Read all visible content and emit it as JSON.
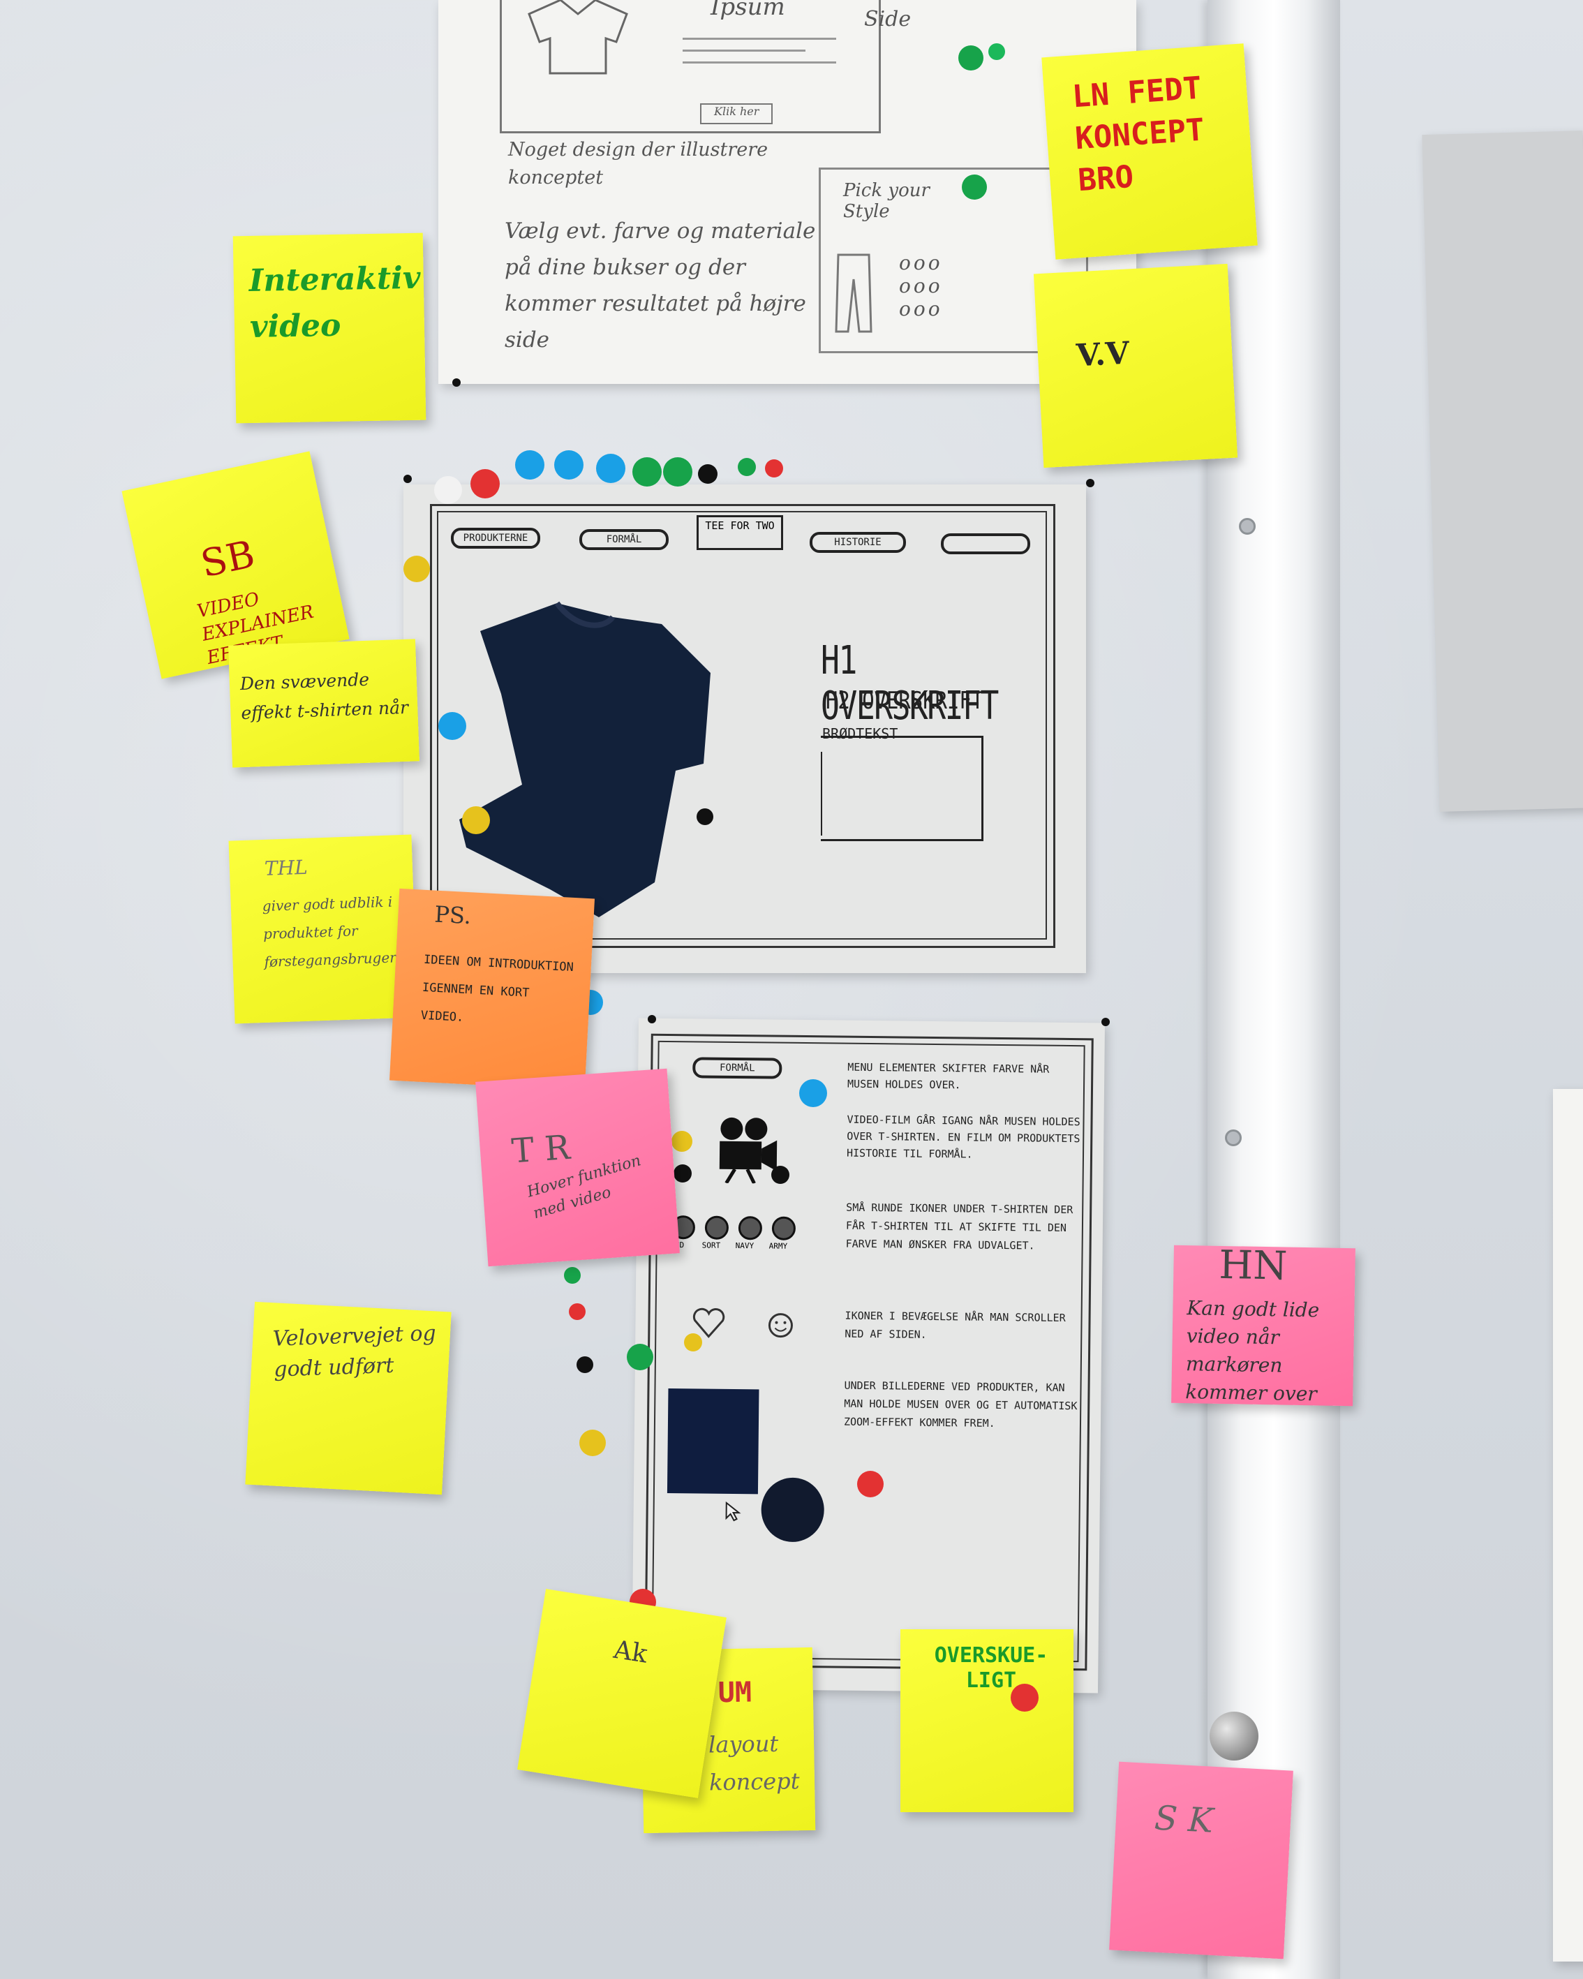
{
  "colors": {
    "sticky_yellow": "#f3f726",
    "sticky_orange": "#ff9448",
    "sticky_pink": "#ff78a8",
    "dot_blue": "#1aa0e6",
    "dot_green": "#17a34a",
    "dot_red": "#e33232",
    "dot_yellow": "#e6c21d",
    "dot_black": "#111111"
  },
  "top_sketch": {
    "lines": [
      "Ipsum",
      "Side",
      "Noget design der illustrere konceptet",
      "Vælg evt. farve og materiale på dine bukser og der kommer resultatet på højre side"
    ],
    "pick_style": "Pick your Style",
    "button_label": "Klik her"
  },
  "middle_wireframe": {
    "nav": [
      "PRODUKTERNE",
      "FORMÅL",
      "TEE FOR TWO",
      "HISTORIE",
      ""
    ],
    "h1": "H1 OVERSKRIFT",
    "h2": "H2 OVERSKRIFT",
    "body_label": "BRØDTEKST"
  },
  "bottom_wireframe": {
    "nav_label": "FORMÅL",
    "color_labels": [
      "SAND",
      "SORT",
      "NAVY",
      "ARMY"
    ],
    "paragraphs": [
      "MENU ELEMENTER SKIFTER FARVE NÅR MUSEN HOLDES OVER.",
      "VIDEO-FILM GÅR IGANG NÅR MUSEN HOLDES OVER T-SHIRTEN. EN FILM OM PRODUKTETS HISTORIE TIL FORMÅL.",
      "SMÅ RUNDE IKONER UNDER T-SHIRTEN DER FÅR T-SHIRTEN TIL AT SKIFTE TIL DEN FARVE MAN ØNSKER FRA UDVALGET.",
      "IKONER I BEVÆGELSE NÅR MAN SCROLLER NED AF SIDEN.",
      "UNDER BILLEDERNE VED PRODUKTER, KAN MAN HOLDE MUSEN OVER OG ET AUTOMATISK ZOOM-EFFEKT KOMMER FREM."
    ]
  },
  "notes": {
    "interaktiv": "Interaktiv video",
    "ln": "LN FEDT KONCEPT BRO",
    "vv": "V.V",
    "sb_initials": "SB",
    "sb_text": "VIDEO EXPLAINER EFFEKT",
    "den": "Den svævende effekt t-shirten når",
    "thl_initials": "THL",
    "thl_text": "giver godt udblik i produktet for førstegangsbrugere",
    "ps_initials": "PS.",
    "ps_text": "IDEEN OM INTRODUKTION IGENNEM EN KORT VIDEO.",
    "tr_initials": "T R",
    "tr_text": "Hover funktion med video",
    "velovervejet": "Velovervejet og godt udført",
    "hn_initials": "HN",
    "hn_text": "Kan godt lide video når markøren kommer over",
    "ak": "Ak",
    "um": "UM",
    "um_text": "layout koncept",
    "overskue": "OVERSKUE-LIGT",
    "sk": "S K"
  }
}
